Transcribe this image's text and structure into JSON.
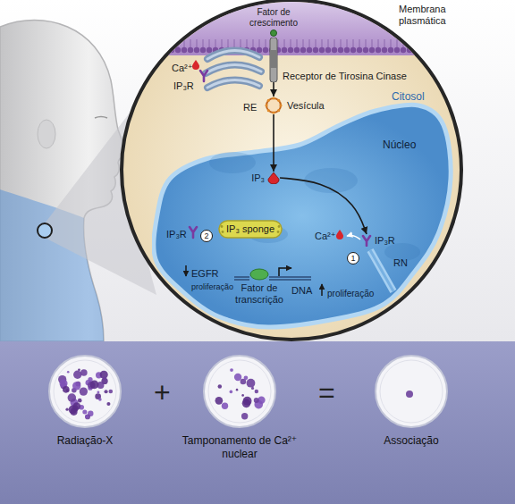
{
  "diagram": {
    "nodes": [
      {
        "text": [
          "Citosol"
        ]
      },
      {
        "text": [
          "Membrana plasmática"
        ],
        "in": 0
      },
      {
        "text": [
          "Receptor de Tirosina Cinase"
        ],
        "in": 0
      },
      {
        "text": [
          "Vesícula"
        ],
        "in": 0
      },
      {
        "text": [
          "RE"
        ],
        "in": 0
      },
      {
        "text": [
          "Núcleo"
        ],
        "in": 0
      },
      {
        "text": [
          "IP₃"
        ],
        "in": 5
      },
      {
        "text": [
          "IP₃R"
        ],
        "in": 5
      },
      {
        "text": [
          "IP₃ sponge"
        ],
        "in": 5
      },
      {
        "text": [
          "Fator de transcrição"
        ],
        "in": 5
      },
      {
        "text": [
          "Radiação-X"
        ]
      },
      {
        "text": [
          "Tamponamento de Ca²⁺ nuclear"
        ]
      },
      {
        "text": [
          "Associação"
        ]
      }
    ],
    "edges": [
      {
        "from": 2,
        "to": 3,
        "arrow": "to"
      },
      {
        "from": 3,
        "to": 6,
        "arrow": "to"
      },
      {
        "from": 6,
        "to": 7,
        "arrow": "to"
      }
    ],
    "labels": [
      "Fator de crescimento",
      "Ca²⁺",
      "IP₃R",
      "IP₃R",
      "2",
      "EGFR",
      "proliferação",
      "DNA",
      "proliferação",
      "Ca²⁺",
      "1",
      "RN",
      "+",
      "="
    ]
  }
}
